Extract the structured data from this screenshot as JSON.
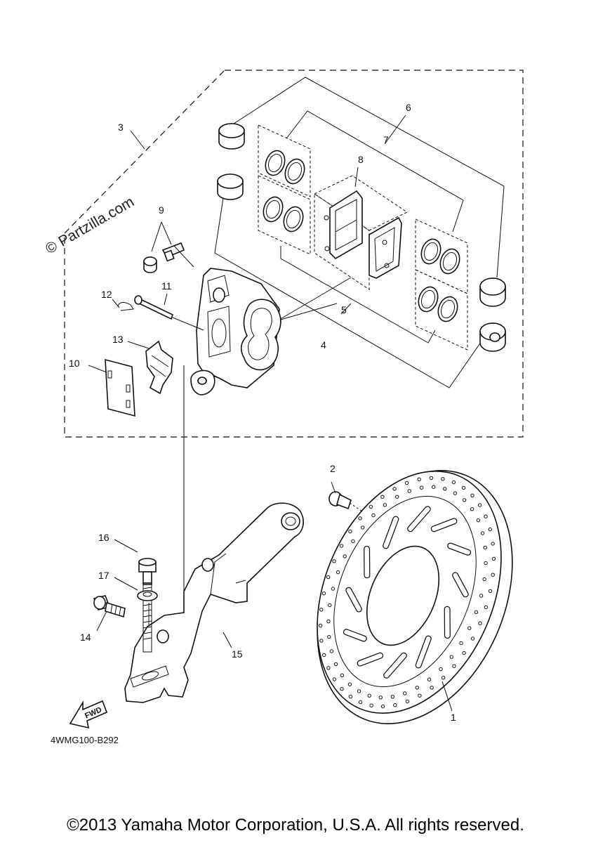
{
  "watermark": "© Partzilla.com",
  "diagram_code": "4WMG100-B292",
  "fwd_arrow_label": "FWD",
  "copyright": "©2013 Yamaha Motor Corporation, U.S.A. All rights reserved.",
  "callouts": {
    "c1": "1",
    "c2": "2",
    "c3": "3",
    "c4": "4",
    "c5": "5",
    "c6": "6",
    "c7": "7",
    "c8": "8",
    "c9": "9",
    "c10": "10",
    "c11": "11",
    "c12": "12",
    "c13": "13",
    "c14": "14",
    "c15": "15",
    "c16": "16",
    "c17": "17"
  }
}
